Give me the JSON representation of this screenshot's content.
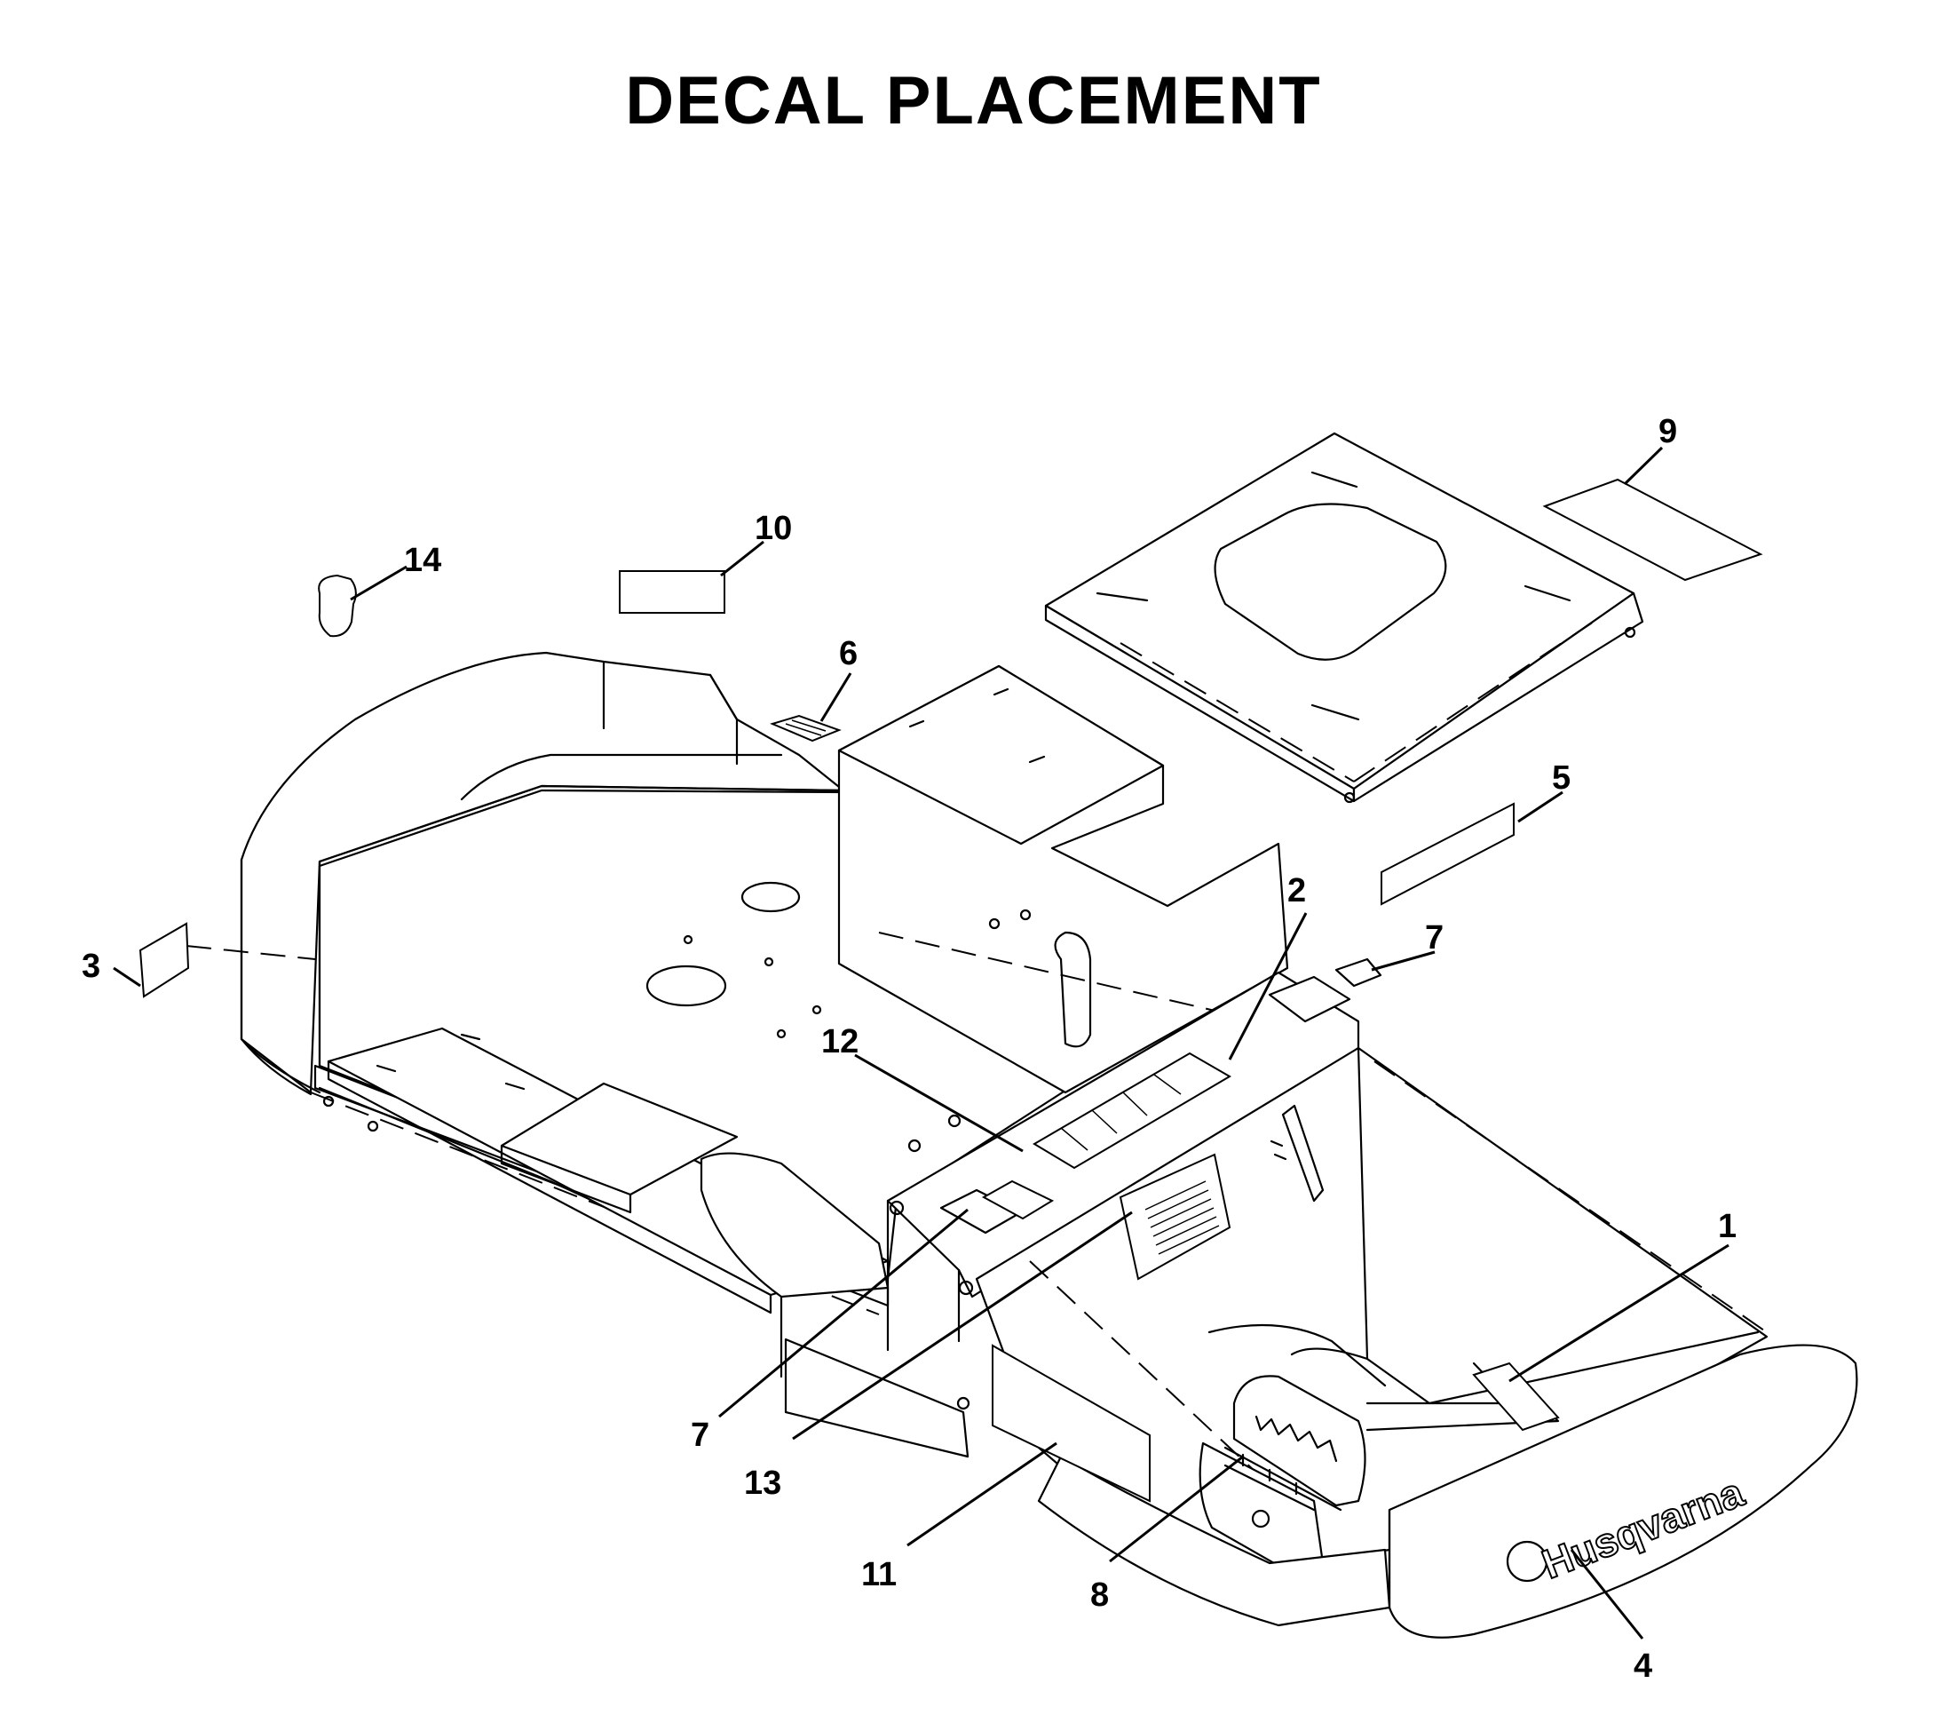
{
  "title": "DECAL PLACEMENT",
  "callouts": [
    {
      "id": "c1",
      "label": "1"
    },
    {
      "id": "c2",
      "label": "2"
    },
    {
      "id": "c3",
      "label": "3"
    },
    {
      "id": "c4",
      "label": "4"
    },
    {
      "id": "c5",
      "label": "5"
    },
    {
      "id": "c6",
      "label": "6"
    },
    {
      "id": "c7a",
      "label": "7"
    },
    {
      "id": "c7b",
      "label": "7"
    },
    {
      "id": "c8",
      "label": "8"
    },
    {
      "id": "c9",
      "label": "9"
    },
    {
      "id": "c10",
      "label": "10"
    },
    {
      "id": "c11",
      "label": "11"
    },
    {
      "id": "c12",
      "label": "12"
    },
    {
      "id": "c13",
      "label": "13"
    },
    {
      "id": "c14",
      "label": "14"
    }
  ],
  "brand_text": "Husqvarna"
}
